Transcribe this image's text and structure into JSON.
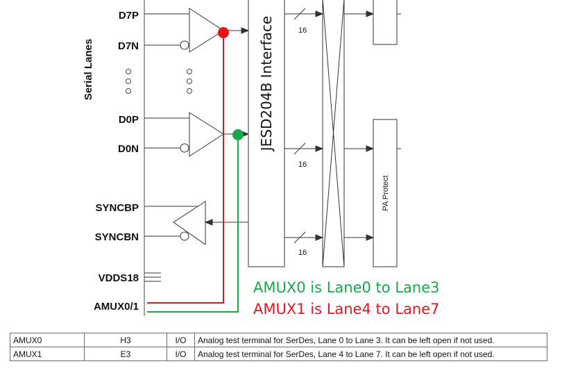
{
  "diagram": {
    "side_label": "Serial Lanes",
    "pins": {
      "d7p": "D7P",
      "d7n": "D7N",
      "d0p": "D0P",
      "d0n": "D0N",
      "syncbp": "SYNCBP",
      "syncbn": "SYNCBN",
      "vdds18": "VDDS18",
      "amux": "AMUX0/1"
    },
    "interface_label": "JESD204B Interface",
    "bus_width_top": "16",
    "bus_width_mid": "16",
    "bus_width_bot": "16",
    "pa_protect_label": "PA Protect",
    "annotation_green": "AMUX0 is Lane0 to Lane3",
    "annotation_red": "AMUX1 is Lane4 to Lane7",
    "colors": {
      "red": "#e8141c",
      "green": "#18a84a",
      "line": "#333333"
    }
  },
  "pin_table": {
    "rows": [
      {
        "name": "AMUX0",
        "ball": "H3",
        "type": "I/O",
        "description": "Analog test terminal for SerDes, Lane 0 to Lane 3. It can be left open if not used."
      },
      {
        "name": "AMUX1",
        "ball": "E3",
        "type": "I/O",
        "description": "Analog test terminal for SerDes, Lane 4 to Lane 7. It can be left open if not used."
      }
    ]
  }
}
